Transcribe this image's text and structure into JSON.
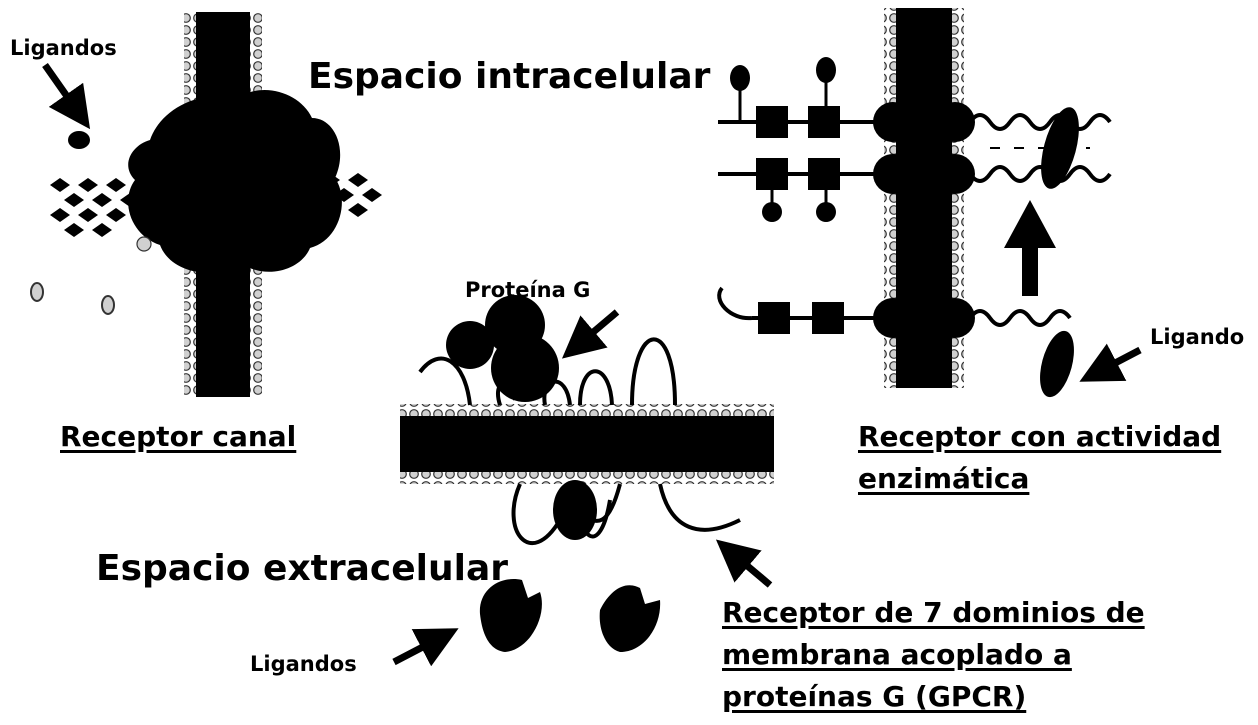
{
  "labels": {
    "intracellular": "Espacio intracelular",
    "extracellular": "Espacio extracelular",
    "ligands_top": "Ligandos",
    "ligands_bottom": "Ligandos",
    "ligand_right": "Ligando",
    "g_protein": "Proteína G",
    "channel_receptor": "Receptor canal",
    "enzyme_receptor_line1": "Receptor con actividad",
    "enzyme_receptor_line2": "enzimática",
    "gpcr_line1": "Receptor de 7 dominios de",
    "gpcr_line2": "membrana acoplado a",
    "gpcr_line3": "proteínas G (GPCR)"
  },
  "colors": {
    "ink": "#000000",
    "background": "#ffffff",
    "lipid_head": "#cfcfcf"
  }
}
